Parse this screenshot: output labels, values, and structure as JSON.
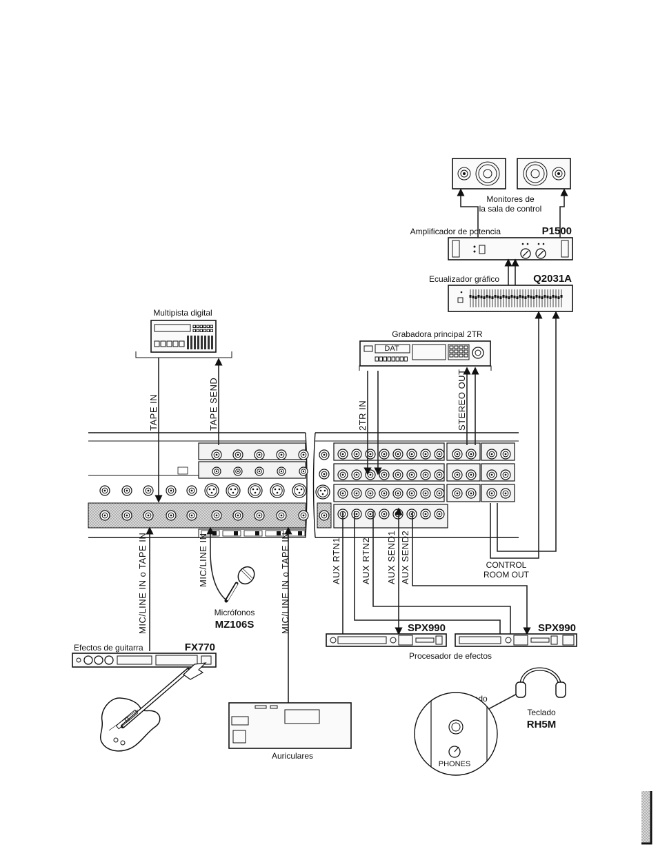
{
  "labels": {
    "monitors": [
      "Monitores de",
      "la sala de control"
    ],
    "power_amp": "Amplificador de potencia",
    "power_amp_model": "P1500",
    "graphic_eq": "Ecualizador gráfico",
    "graphic_eq_model": "Q2031A",
    "multitrack": "Multipista digital",
    "master_recorder": "Grabadora principal 2TR",
    "recorder_badge": "DAT",
    "tape_in": "TAPE IN",
    "tape_send": "TAPE SEND",
    "two_tr_in": "2TR IN",
    "stereo_out": "STEREO OUT",
    "mic_line_in_tape_in": "MIC/LINE IN o TAPE IN",
    "mic_line_in": "MIC/LINE IN",
    "aux_rtn1": "AUX RTN1",
    "aux_rtn2": "AUX RTN2",
    "aux_send1": "AUX SEND1",
    "aux_send2": "AUX SEND2",
    "control_room_out": [
      "CONTROL",
      "ROOM OUT"
    ],
    "microphones": "Micrófonos",
    "microphones_model": "MZ106S",
    "spx_model": "SPX990",
    "effects_processor": "Procesador de efectos",
    "guitar_effects": "Efectos de guitarra",
    "guitar_effects_model": "FX770",
    "keyboard_label": "Teclado",
    "headphones_label": "Teclado",
    "headphones_model": "RH5M",
    "headphones_caption": "Auriculares",
    "phones_knob": "PHONES"
  },
  "colors": {
    "ink": "#111111",
    "panel_shade": "#cfcfcf",
    "paper": "#ffffff"
  }
}
